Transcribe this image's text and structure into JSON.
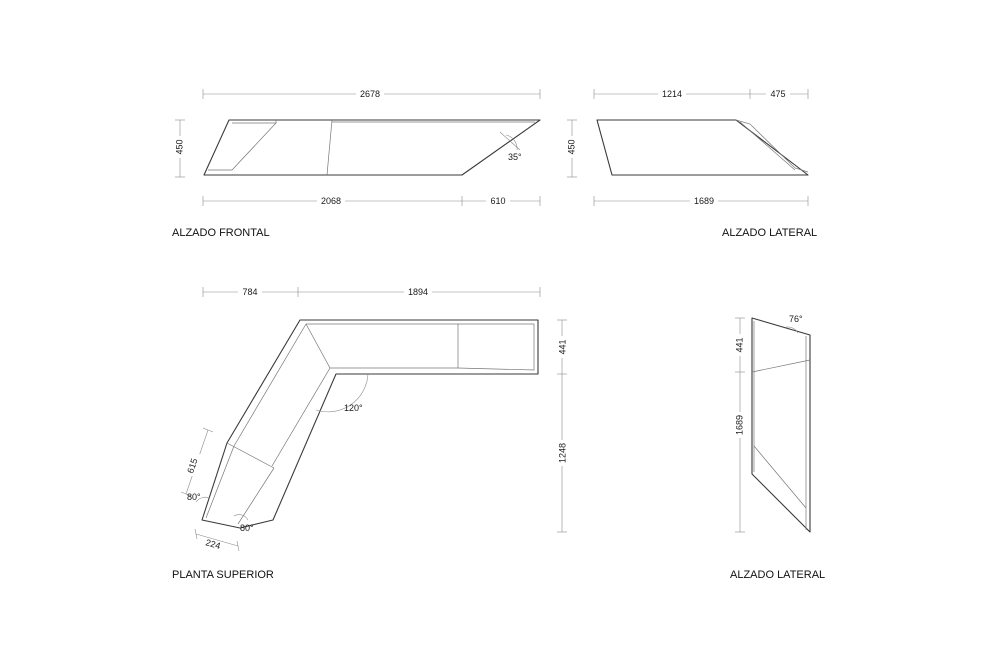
{
  "views": {
    "front": {
      "title": "ALZADO FRONTAL",
      "dim_total": "2678",
      "dim_height": "450",
      "dim_left": "2068",
      "dim_right": "610",
      "angle": "35°"
    },
    "side_top": {
      "title": "ALZADO LATERAL",
      "dim_a": "1214",
      "dim_b": "475",
      "dim_height": "450",
      "dim_total": "1689"
    },
    "plan": {
      "title": "PLANTA SUPERIOR",
      "dim_a": "784",
      "dim_b": "1894",
      "dim_right_top": "441",
      "dim_right_total": "1248",
      "dim_left": "615",
      "dim_bottom": "224",
      "angle_main": "120°",
      "angle_left": "80°",
      "angle_bottom": "80°"
    },
    "side_bottom": {
      "title": "ALZADO LATERAL",
      "angle": "76°",
      "dim_top": "441",
      "dim_total": "1689"
    }
  }
}
